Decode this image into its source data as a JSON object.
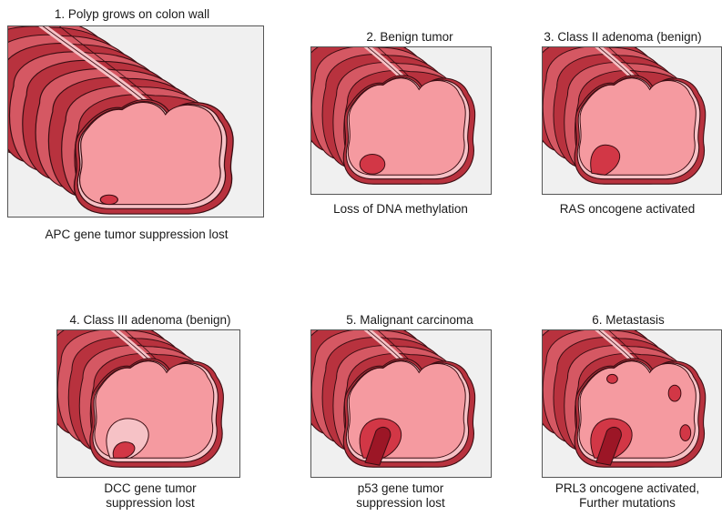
{
  "colors": {
    "colon_outer": "#b8323e",
    "colon_mid": "#d55863",
    "colon_light": "#f08f98",
    "lining": "#f6c2c6",
    "lumen": "#f59aa0",
    "polyp": "#d23746",
    "tumor_dark": "#9c1626",
    "box_fill": "#f0f0f0",
    "box_border": "#555555"
  },
  "stages": [
    {
      "title": "1.  Polyp grows on colon wall",
      "caption_lines": [
        "APC gene tumor suppression lost"
      ],
      "stage_level": 1
    },
    {
      "title": "2.  Benign tumor",
      "caption_lines": [
        "Loss of DNA methylation"
      ],
      "stage_level": 2
    },
    {
      "title": "3.  Class II adenoma (benign)",
      "caption_lines": [
        "RAS oncogene activated"
      ],
      "stage_level": 3
    },
    {
      "title": "4.  Class III adenoma (benign)",
      "caption_lines": [
        "DCC gene tumor",
        "suppression lost"
      ],
      "stage_level": 4
    },
    {
      "title": "5.  Malignant carcinoma",
      "caption_lines": [
        "p53 gene tumor",
        "suppression lost"
      ],
      "stage_level": 5
    },
    {
      "title": "6.  Metastasis",
      "caption_lines": [
        "PRL3 oncogene activated,",
        "Further mutations"
      ],
      "stage_level": 6
    }
  ]
}
